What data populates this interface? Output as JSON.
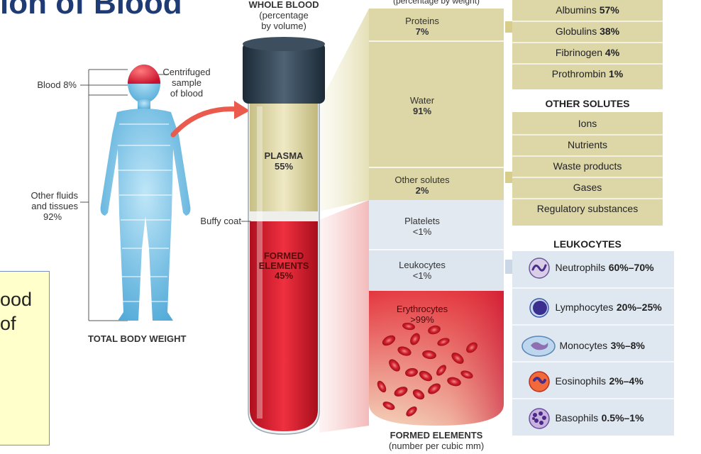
{
  "title_fragment": "ion of Blood",
  "note_lines": [
    "ood",
    "of"
  ],
  "body": {
    "blood_label": "Blood 8%",
    "centrifuged_label": [
      "Centrifuged",
      "sample",
      "of blood"
    ],
    "other_fluids_label": [
      "Other fluids",
      "and tissues",
      "92%"
    ],
    "buffy_coat_label": "Buffy coat",
    "caption": "TOTAL BODY WEIGHT"
  },
  "tube": {
    "header": [
      "WHOLE BLOOD",
      "(percentage",
      "by volume)"
    ],
    "plasma": [
      "PLASMA",
      "55%"
    ],
    "formed": [
      "FORMED",
      "ELEMENTS",
      "45%"
    ]
  },
  "plasma_column": {
    "header_fragment": "(percentage by weight)",
    "rows": [
      {
        "name": "Proteins",
        "value": "7%"
      },
      {
        "name": "Water",
        "value": "91%"
      },
      {
        "name": "Other solutes",
        "value": "2%"
      }
    ]
  },
  "formed_column": {
    "rows": [
      {
        "name": "Platelets",
        "value": "<1%"
      },
      {
        "name": "Leukocytes",
        "value": "<1%"
      },
      {
        "name": "Erythrocytes",
        "value": ">99%"
      }
    ],
    "caption": [
      "FORMED ELEMENTS",
      "(number per cubic mm)"
    ]
  },
  "proteins_box": [
    {
      "name": "Albumins",
      "value": "57%"
    },
    {
      "name": "Globulins",
      "value": "38%"
    },
    {
      "name": "Fibrinogen",
      "value": "4%"
    },
    {
      "name": "Prothrombin",
      "value": "1%"
    }
  ],
  "solutes_box": {
    "header": "OTHER SOLUTES",
    "items": [
      "Ions",
      "Nutrients",
      "Waste products",
      "Gases",
      "Regulatory substances"
    ]
  },
  "leukocytes_box": {
    "header": "LEUKOCYTES",
    "items": [
      {
        "name": "Neutrophils",
        "value": "60%–70%",
        "icon": "neutrophil-icon"
      },
      {
        "name": "Lymphocytes",
        "value": "20%–25%",
        "icon": "lymphocyte-icon"
      },
      {
        "name": "Monocytes",
        "value": "3%–8%",
        "icon": "monocyte-icon"
      },
      {
        "name": "Eosinophils",
        "value": "2%–4%",
        "icon": "eosinophil-icon"
      },
      {
        "name": "Basophils",
        "value": "0.5%–1%",
        "icon": "basophil-icon"
      }
    ]
  },
  "colors": {
    "body_blue": "#7fc6ea",
    "head_red": "#e0303a",
    "plasma_tan": "#d9d3a4",
    "formed_red": "#d81e2b",
    "panel_tan": "#ddd7a8",
    "panel_blue": "#dfe7f0",
    "arrow_tan": "#d8cd8a",
    "arrow_blue": "#c9d7e6"
  }
}
